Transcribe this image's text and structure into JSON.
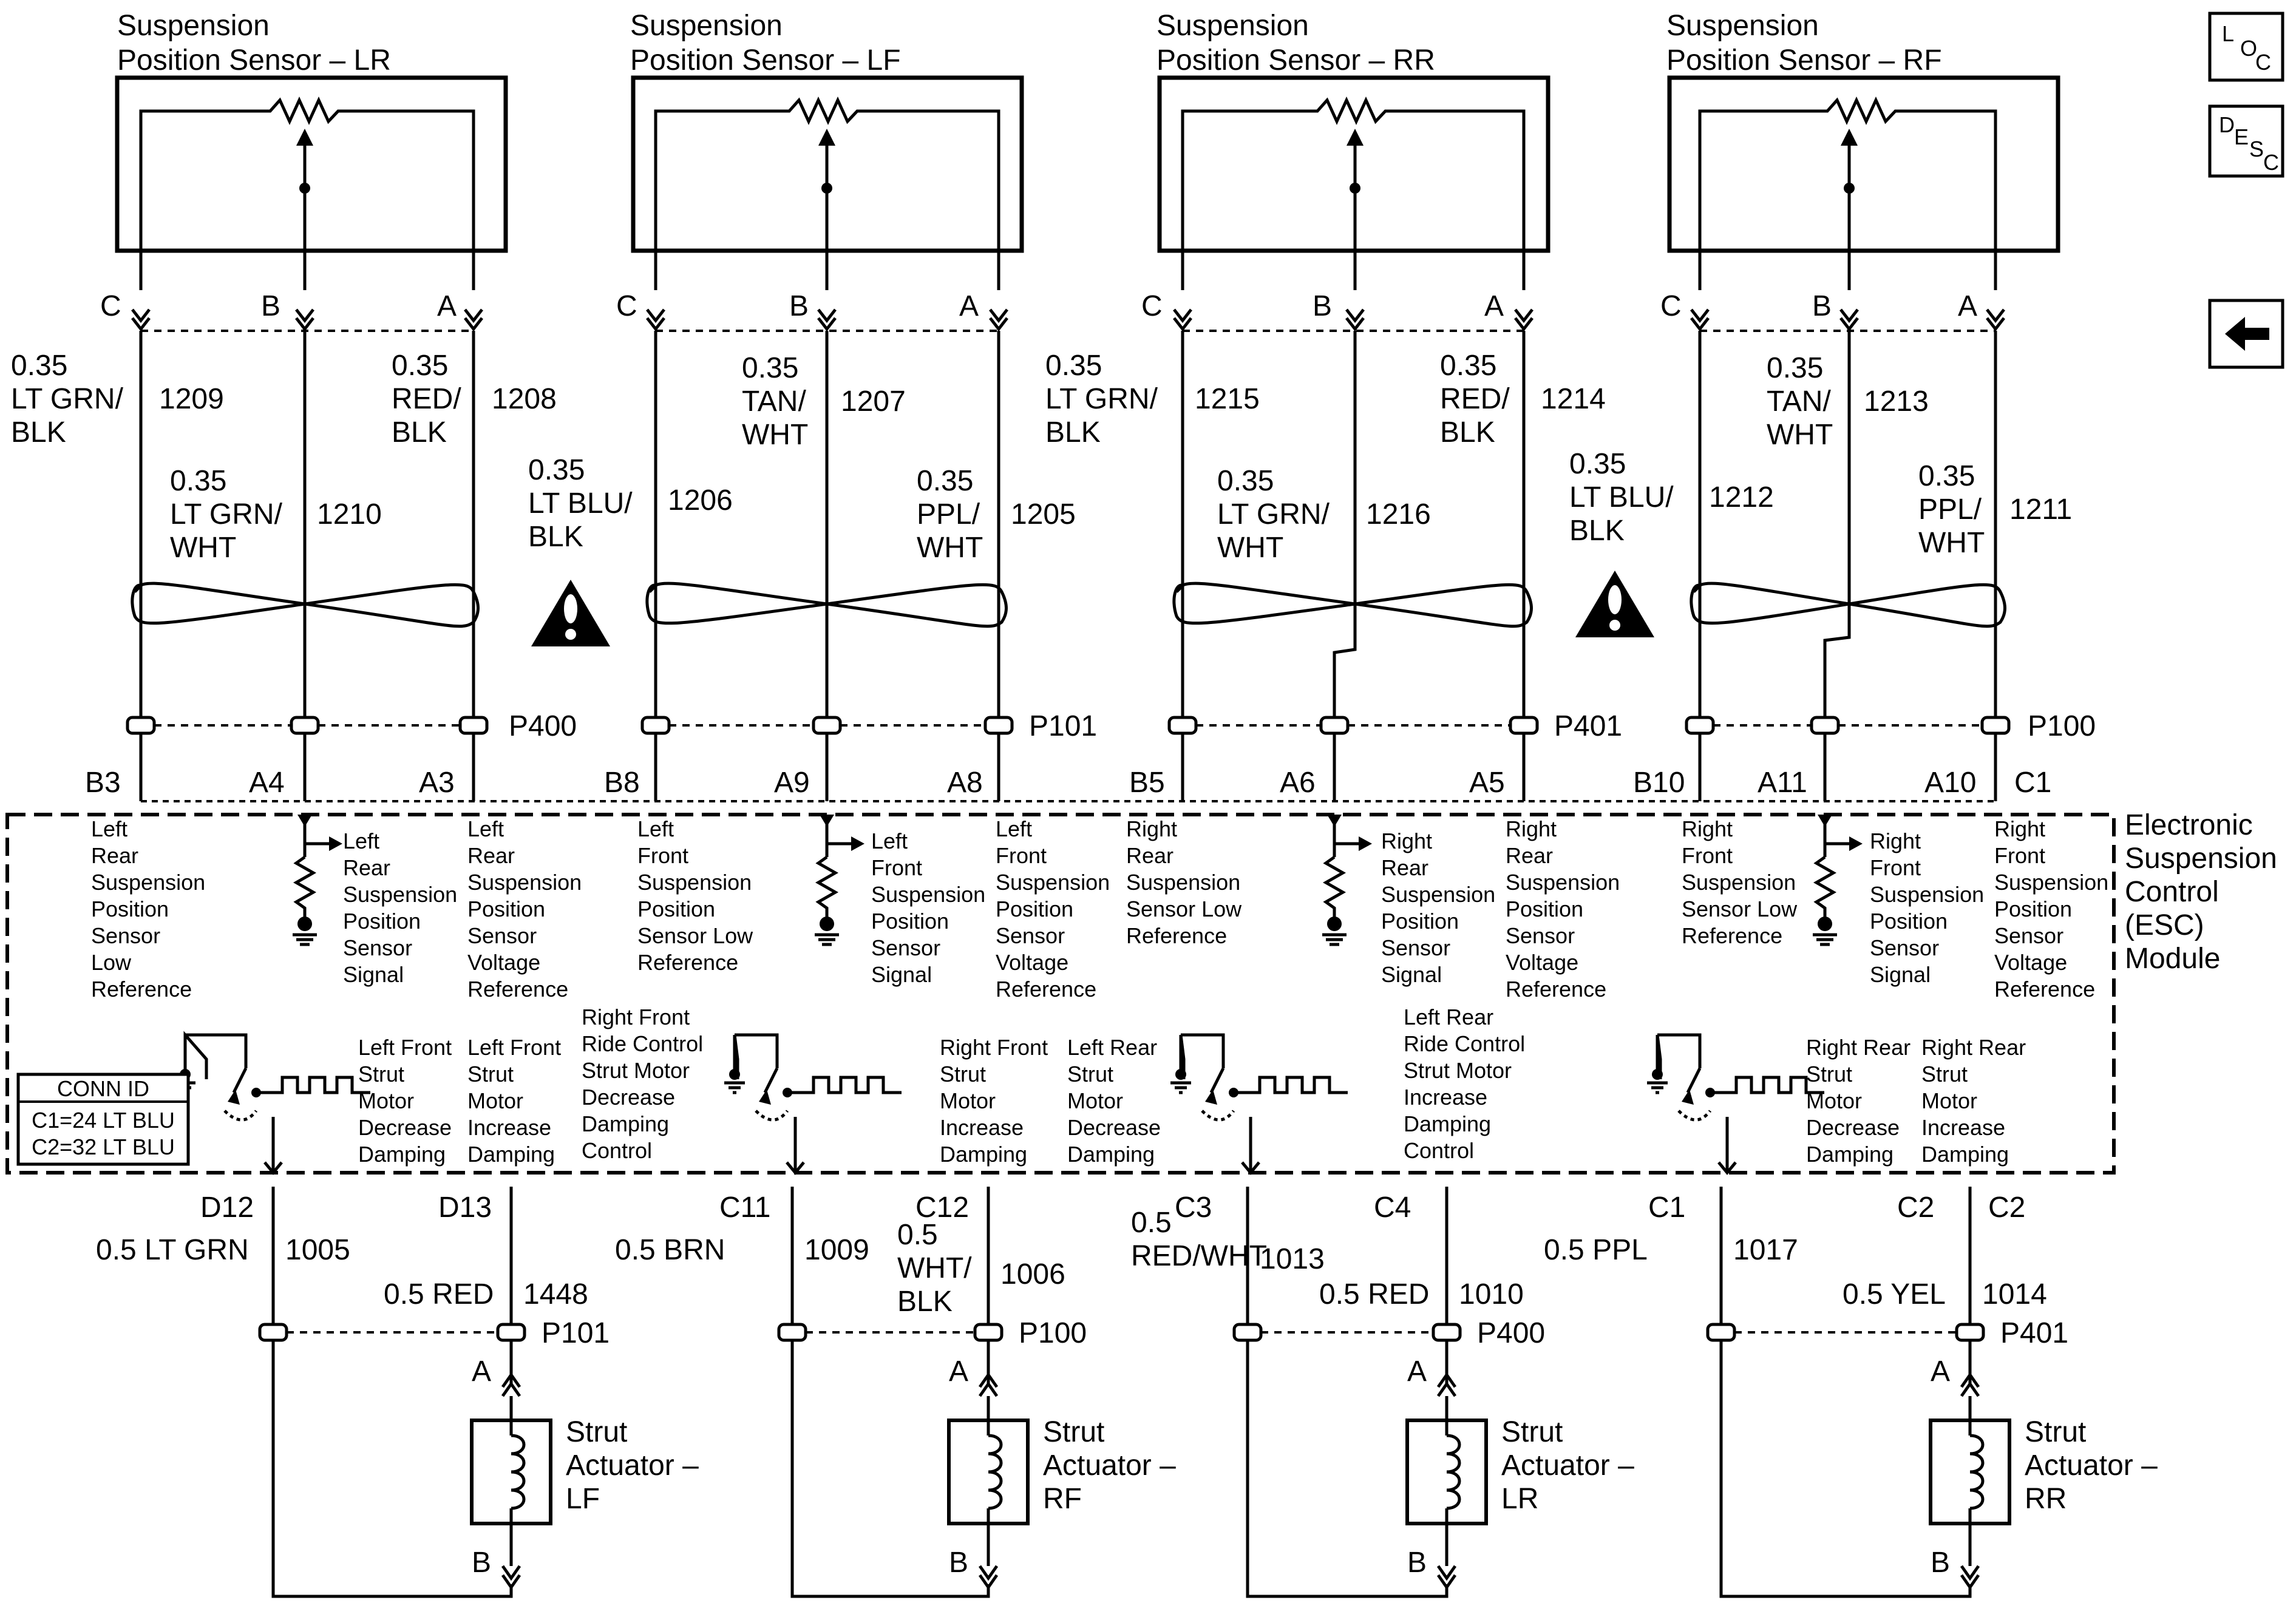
{
  "sensors": [
    {
      "title1": "Suspension",
      "title2": "Position Sensor – LR",
      "pins": [
        "C",
        "B",
        "A"
      ],
      "wires": [
        {
          "size": "0.35",
          "color": [
            "LT GRN/",
            "BLK"
          ],
          "circuit": "1209"
        },
        {
          "size": "0.35",
          "color": [
            "LT GRN/",
            "WHT"
          ],
          "circuit": "1210"
        },
        {
          "size": "0.35",
          "color": [
            "RED/",
            "BLK"
          ],
          "circuit": "1208"
        }
      ],
      "connector": "P400",
      "terms": [
        "B3",
        "A4",
        "A3"
      ]
    },
    {
      "title1": "Suspension",
      "title2": "Position Sensor – LF",
      "pins": [
        "C",
        "B",
        "A"
      ],
      "wires": [
        {
          "size": "0.35",
          "color": [
            "LT BLU/",
            "BLK"
          ],
          "circuit": "1206"
        },
        {
          "size": "0.35",
          "color": [
            "TAN/",
            "WHT"
          ],
          "circuit": "1207"
        },
        {
          "size": "0.35",
          "color": [
            "PPL/",
            "WHT"
          ],
          "circuit": "1205"
        }
      ],
      "connector": "P101",
      "terms": [
        "B8",
        "A9",
        "A8"
      ]
    },
    {
      "title1": "Suspension",
      "title2": "Position Sensor – RR",
      "pins": [
        "C",
        "B",
        "A"
      ],
      "wires": [
        {
          "size": "0.35",
          "color": [
            "LT GRN/",
            "BLK"
          ],
          "circuit": "1215"
        },
        {
          "size": "0.35",
          "color": [
            "LT GRN/",
            "WHT"
          ],
          "circuit": "1216"
        },
        {
          "size": "0.35",
          "color": [
            "RED/",
            "BLK"
          ],
          "circuit": "1214"
        }
      ],
      "connector": "P401",
      "terms": [
        "B5",
        "A6",
        "A5"
      ]
    },
    {
      "title1": "Suspension",
      "title2": "Position Sensor – RF",
      "pins": [
        "C",
        "B",
        "A"
      ],
      "wires": [
        {
          "size": "0.35",
          "color": [
            "LT BLU/",
            "BLK"
          ],
          "circuit": "1212"
        },
        {
          "size": "0.35",
          "color": [
            "TAN/",
            "WHT"
          ],
          "circuit": "1213"
        },
        {
          "size": "0.35",
          "color": [
            "PPL/",
            "WHT"
          ],
          "circuit": "1211"
        }
      ],
      "connector": "P100",
      "terms": [
        "B10",
        "A11",
        "A10"
      ],
      "extra_term": "C1"
    }
  ],
  "module": {
    "name": [
      "Electronic",
      "Suspension",
      "Control",
      "(ESC)",
      "Module"
    ]
  },
  "signal_labels": [
    [
      "Left",
      "Rear",
      "Suspension",
      "Position",
      "Sensor",
      "Low",
      "Reference"
    ],
    [
      "Left",
      "Rear",
      "Suspension",
      "Position",
      "Sensor",
      "Signal"
    ],
    [
      "Left",
      "Rear",
      "Suspension",
      "Position",
      "Sensor",
      "Voltage",
      "Reference"
    ],
    [
      "Left",
      "Front",
      "Suspension",
      "Position",
      "Sensor Low",
      "Reference"
    ],
    [
      "Left",
      "Front",
      "Suspension",
      "Position",
      "Sensor",
      "Signal"
    ],
    [
      "Left",
      "Front",
      "Suspension",
      "Position",
      "Sensor",
      "Voltage",
      "Reference"
    ],
    [
      "Right",
      "Rear",
      "Suspension",
      "Sensor Low",
      "Reference"
    ],
    [
      "Right",
      "Rear",
      "Suspension",
      "Position",
      "Sensor",
      "Signal"
    ],
    [
      "Right",
      "Rear",
      "Suspension",
      "Position",
      "Sensor",
      "Voltage",
      "Reference"
    ],
    [
      "Right",
      "Front",
      "Suspension",
      "Sensor Low",
      "Reference"
    ],
    [
      "Right",
      "Front",
      "Suspension",
      "Position",
      "Sensor",
      "Signal"
    ],
    [
      "Right",
      "Front",
      "Suspension",
      "Position",
      "Sensor",
      "Voltage",
      "Reference"
    ]
  ],
  "driver_labels": [
    [
      "Left Front",
      "Strut",
      "Motor",
      "Decrease",
      "Damping"
    ],
    [
      "Left Front",
      "Strut",
      "Motor",
      "Increase",
      "Damping"
    ],
    [
      "Right Front",
      "Ride Control",
      "Strut Motor",
      "Decrease",
      "Damping",
      "Control"
    ],
    [
      "Right Front",
      "Strut",
      "Motor",
      "Increase",
      "Damping"
    ],
    [
      "Left Rear",
      "Strut",
      "Motor",
      "Decrease",
      "Damping"
    ],
    [
      "Left Rear",
      "Ride Control",
      "Strut Motor",
      "Increase",
      "Damping",
      "Control"
    ],
    [
      "Right Rear",
      "Strut",
      "Motor",
      "Decrease",
      "Damping"
    ],
    [
      "Right Rear",
      "Strut",
      "Motor",
      "Increase",
      "Damping"
    ]
  ],
  "conn_id": {
    "title": "CONN ID",
    "lines": [
      "C1=24 LT BLU",
      "C2=32 LT BLU"
    ]
  },
  "actuators": [
    {
      "pins": [
        "D12",
        "D13"
      ],
      "wires": [
        {
          "size": "0.5 LT GRN",
          "circuit": "1005"
        },
        {
          "size": "0.5 RED",
          "circuit": "1448"
        }
      ],
      "connector": "P101",
      "conn_a": "A",
      "conn_b": "B",
      "name": [
        "Strut",
        "Actuator –",
        "LF"
      ]
    },
    {
      "pins": [
        "C11",
        "C12"
      ],
      "wires": [
        {
          "size": "0.5 BRN",
          "circuit": "1009"
        },
        {
          "size": "0.5\nWHT/\nBLK",
          "circuit": "1006"
        }
      ],
      "connector": "P100",
      "conn_a": "A",
      "conn_b": "B",
      "name": [
        "Strut",
        "Actuator –",
        "RF"
      ]
    },
    {
      "pins": [
        "C3",
        "C4"
      ],
      "wires": [
        {
          "size": "0.5\nRED/WHT",
          "circuit": "1013"
        },
        {
          "size": "0.5 RED",
          "circuit": "1010"
        }
      ],
      "connector": "P400",
      "conn_a": "A",
      "conn_b": "B",
      "name": [
        "Strut",
        "Actuator –",
        "LR"
      ]
    },
    {
      "pins": [
        "C1",
        "C2"
      ],
      "wires": [
        {
          "size": "0.5 PPL",
          "circuit": "1017"
        },
        {
          "size": "0.5 YEL",
          "circuit": "1014"
        }
      ],
      "connector": "P401",
      "conn_a": "A",
      "conn_b": "B",
      "name": [
        "Strut",
        "Actuator –",
        "RR"
      ],
      "extra_pin": "C2"
    }
  ],
  "side_icons": {
    "loc": [
      "L",
      "O",
      "C"
    ],
    "desc": [
      "D",
      "E",
      "S",
      "C"
    ],
    "back": "back-arrow-icon"
  }
}
